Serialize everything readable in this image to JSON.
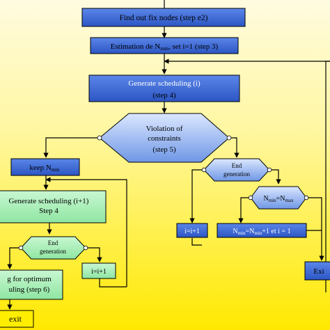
{
  "nodes": {
    "find_fix_nodes": "Find out fix nodes  (step e2)",
    "estimation_prefix": "Estimation de N",
    "estimation_sub": "min",
    "estimation_suffix": ", set i=1  (step 3)",
    "generate_scheduling_i_line1": "Generate  scheduling  (i)",
    "generate_scheduling_i_line2": "(step 4)",
    "violation_line1": "Violation of",
    "violation_line2": "constraints",
    "violation_line3": "(step 5)",
    "keep_prefix": "keep N",
    "keep_sub": "min",
    "end_generation_right_line1": "End",
    "end_generation_right_line2": "generation",
    "nmin_eq_nmax_a": "N",
    "nmin_eq_nmax_sub1": "min",
    "nmin_eq_nmax_b": "=N",
    "nmin_eq_nmax_sub2": "max",
    "i_inc_right": "i=i+1",
    "nmin_inc_a": "N",
    "nmin_inc_sub1": "min",
    "nmin_inc_b": "=N",
    "nmin_inc_sub2": "min",
    "nmin_inc_c": "+1 et i = 1",
    "exit_right": "Exi",
    "generate_scheduling_i1_line1": "Generate  scheduling  (i+1)",
    "generate_scheduling_i1_line2": "Step 4",
    "end_generation_left_line1": "End",
    "end_generation_left_line2": "generation",
    "i_inc_left": "i=i+1",
    "optimum_line1": "g for optimum",
    "optimum_line2": "uling  (step 6)",
    "exit_left": "exit"
  },
  "colors": {
    "rect_blue": "#3f6fd8",
    "rect_light": "#c8dcff",
    "hex_fill": "#a9c4f5",
    "green_fill": "#a9f0b8",
    "yellow_box": "#ffee00",
    "line": "#000000"
  }
}
